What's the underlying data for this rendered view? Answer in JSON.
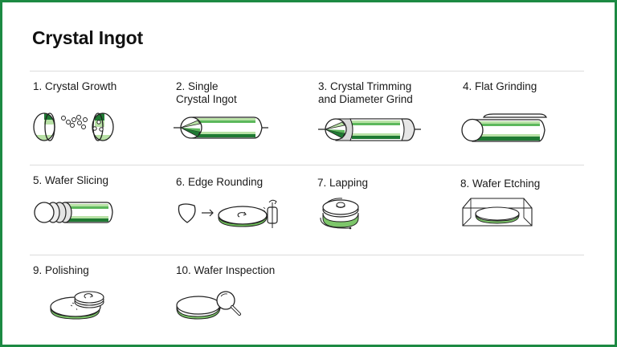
{
  "title": "Crystal Ingot",
  "colors": {
    "border": "#1c8a43",
    "green_dark": "#1f7a33",
    "green_mid": "#5cb85c",
    "green_light": "#b9e2a6",
    "stroke": "#222222",
    "divider": "#dcdcdc"
  },
  "steps": [
    {
      "label": "1. Crystal Growth",
      "icon": "crystal-growth-icon"
    },
    {
      "label": "2. Single\nCrystal Ingot",
      "icon": "single-crystal-ingot-icon"
    },
    {
      "label": "3. Crystal Trimming\nand Diameter Grind",
      "icon": "crystal-trimming-icon"
    },
    {
      "label": "4. Flat Grinding",
      "icon": "flat-grinding-icon"
    },
    {
      "label": "5. Wafer Slicing",
      "icon": "wafer-slicing-icon"
    },
    {
      "label": "6. Edge Rounding",
      "icon": "edge-rounding-icon"
    },
    {
      "label": "7. Lapping",
      "icon": "lapping-icon"
    },
    {
      "label": "8. Wafer Etching",
      "icon": "wafer-etching-icon"
    },
    {
      "label": "9. Polishing",
      "icon": "polishing-icon"
    },
    {
      "label": "10. Wafer Inspection",
      "icon": "wafer-inspection-icon"
    }
  ]
}
